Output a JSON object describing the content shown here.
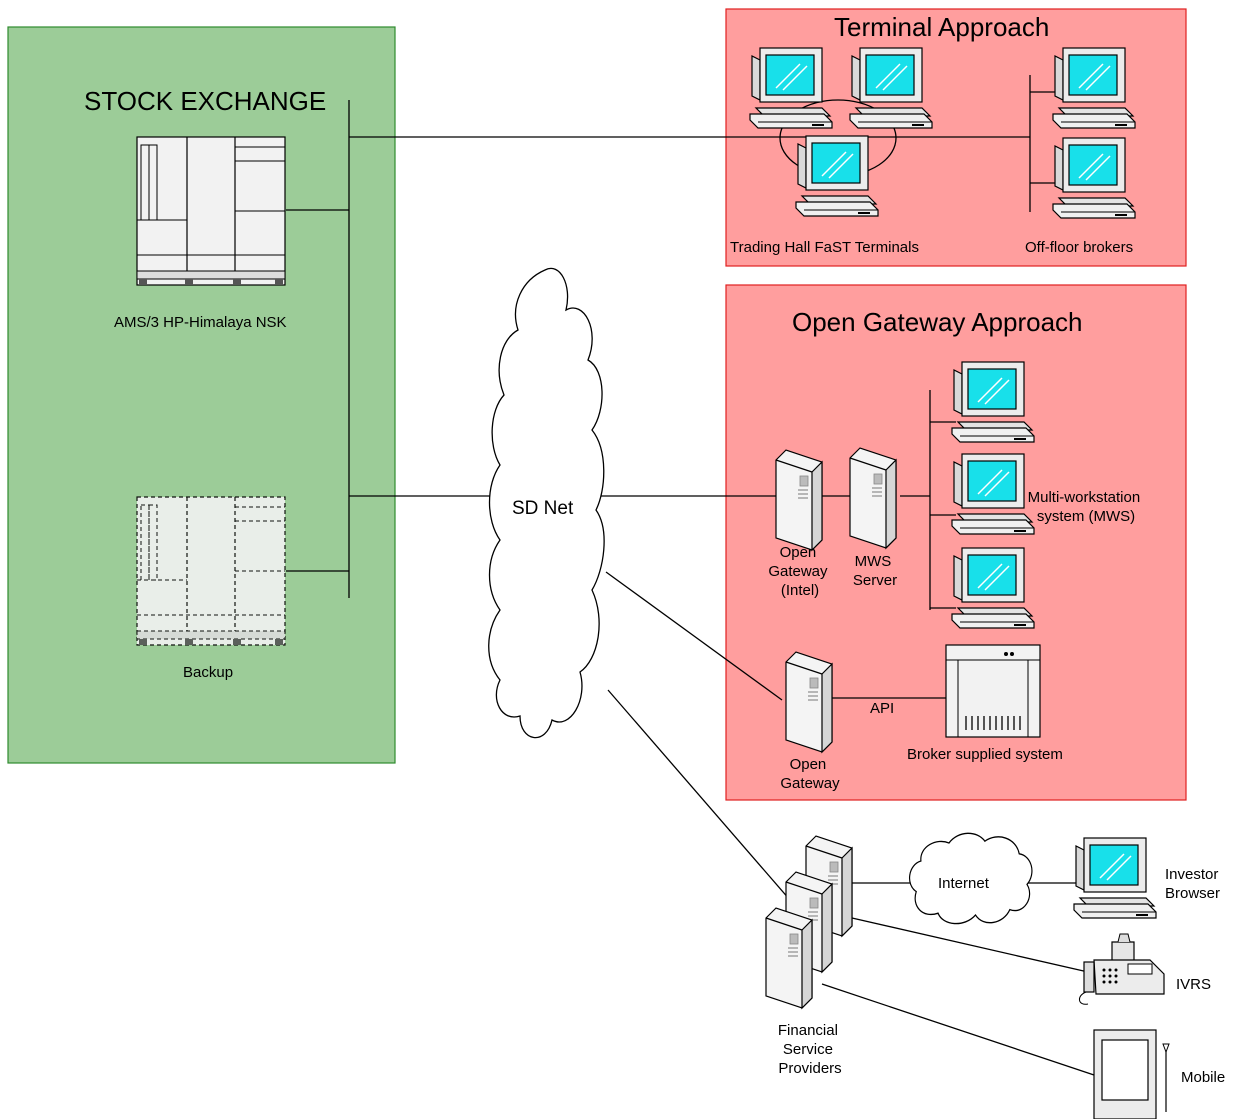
{
  "colors": {
    "stock_exchange_fill": "#9ccc98",
    "stock_exchange_border": "#2e8b2e",
    "approach_fill": "#ff9e9e",
    "approach_border": "#e02020",
    "screen": "#18e0ea"
  },
  "stock_exchange": {
    "title": "STOCK EXCHANGE",
    "primary_label": "AMS/3 HP-Himalaya NSK",
    "backup_label": "Backup"
  },
  "network": {
    "label": "SD Net"
  },
  "terminal_approach": {
    "title": "Terminal Approach",
    "trading_hall_label": "Trading Hall FaST Terminals",
    "off_floor_label": "Off-floor brokers"
  },
  "open_gateway_approach": {
    "title": "Open Gateway Approach",
    "gateway_intel_label": [
      "Open",
      "Gateway",
      "(Intel)"
    ],
    "mws_server_label": [
      "MWS",
      "Server"
    ],
    "mws_label": [
      "Multi-workstation",
      "system (MWS)"
    ],
    "api_label": "API",
    "open_gateway_label": [
      "Open",
      "Gateway"
    ],
    "broker_label": "Broker supplied system"
  },
  "external": {
    "fsp_label": [
      "Financial",
      "Service",
      "Providers"
    ],
    "internet_label": "Internet",
    "investor_label": [
      "Investor",
      "Browser"
    ],
    "ivrs_label": "IVRS",
    "mobile_label": "Mobile"
  }
}
